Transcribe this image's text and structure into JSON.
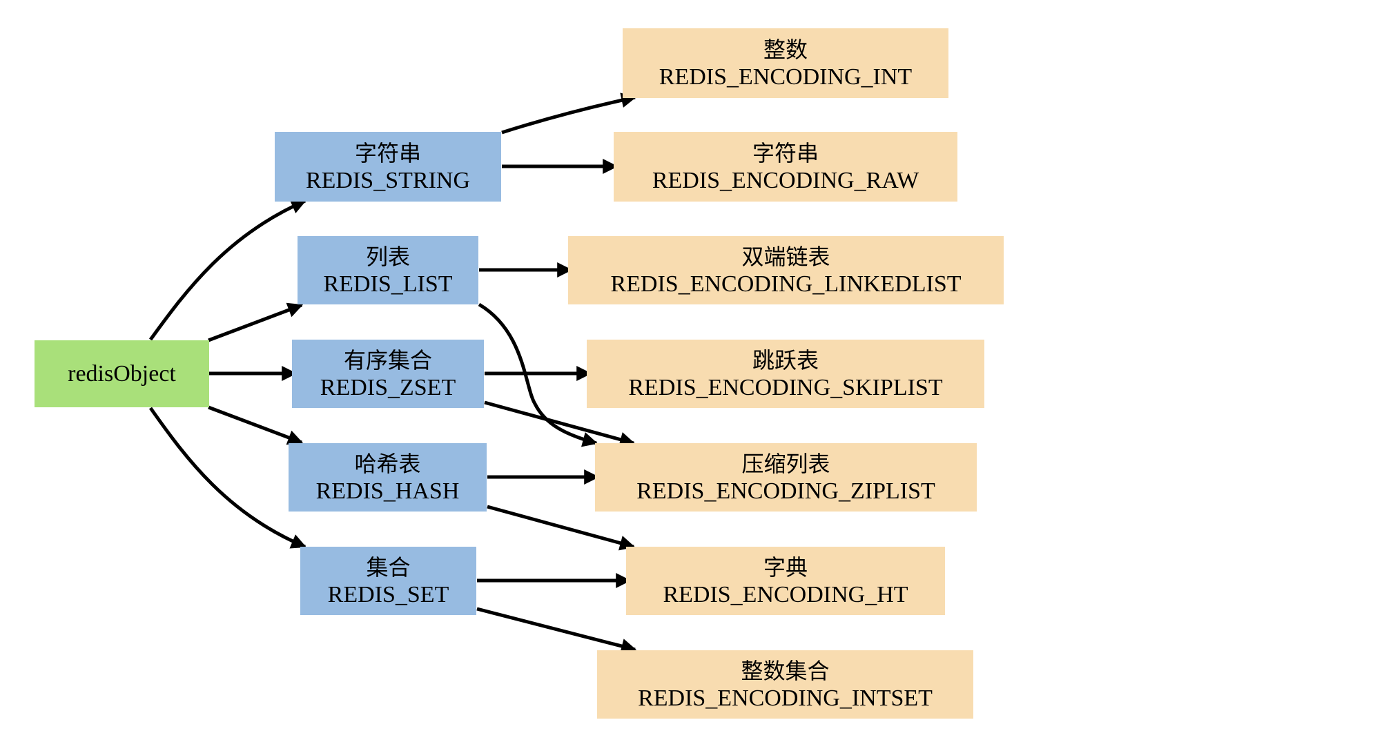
{
  "diagram": {
    "colors": {
      "root_fill": "#a9e07a",
      "type_fill": "#97bbe1",
      "encoding_fill": "#f8dcb0",
      "edge": "#000000"
    },
    "root": {
      "id": "root",
      "label": "redisObject"
    },
    "types": [
      {
        "id": "string",
        "zh": "字符串",
        "en": "REDIS_STRING"
      },
      {
        "id": "list",
        "zh": "列表",
        "en": "REDIS_LIST"
      },
      {
        "id": "zset",
        "zh": "有序集合",
        "en": "REDIS_ZSET"
      },
      {
        "id": "hash",
        "zh": "哈希表",
        "en": "REDIS_HASH"
      },
      {
        "id": "set",
        "zh": "集合",
        "en": "REDIS_SET"
      }
    ],
    "encodings": [
      {
        "id": "int",
        "zh": "整数",
        "en": "REDIS_ENCODING_INT"
      },
      {
        "id": "raw",
        "zh": "字符串",
        "en": "REDIS_ENCODING_RAW"
      },
      {
        "id": "linkedlist",
        "zh": "双端链表",
        "en": "REDIS_ENCODING_LINKEDLIST"
      },
      {
        "id": "skiplist",
        "zh": "跳跃表",
        "en": "REDIS_ENCODING_SKIPLIST"
      },
      {
        "id": "ziplist",
        "zh": "压缩列表",
        "en": "REDIS_ENCODING_ZIPLIST"
      },
      {
        "id": "ht",
        "zh": "字典",
        "en": "REDIS_ENCODING_HT"
      },
      {
        "id": "intset",
        "zh": "整数集合",
        "en": "REDIS_ENCODING_INTSET"
      }
    ],
    "edges": [
      {
        "from": "root",
        "to": "string"
      },
      {
        "from": "root",
        "to": "list"
      },
      {
        "from": "root",
        "to": "zset"
      },
      {
        "from": "root",
        "to": "hash"
      },
      {
        "from": "root",
        "to": "set"
      },
      {
        "from": "string",
        "to": "int"
      },
      {
        "from": "string",
        "to": "raw"
      },
      {
        "from": "list",
        "to": "linkedlist"
      },
      {
        "from": "list",
        "to": "ziplist"
      },
      {
        "from": "zset",
        "to": "skiplist"
      },
      {
        "from": "zset",
        "to": "ziplist"
      },
      {
        "from": "hash",
        "to": "ziplist"
      },
      {
        "from": "hash",
        "to": "ht"
      },
      {
        "from": "set",
        "to": "ht"
      },
      {
        "from": "set",
        "to": "intset"
      }
    ]
  }
}
